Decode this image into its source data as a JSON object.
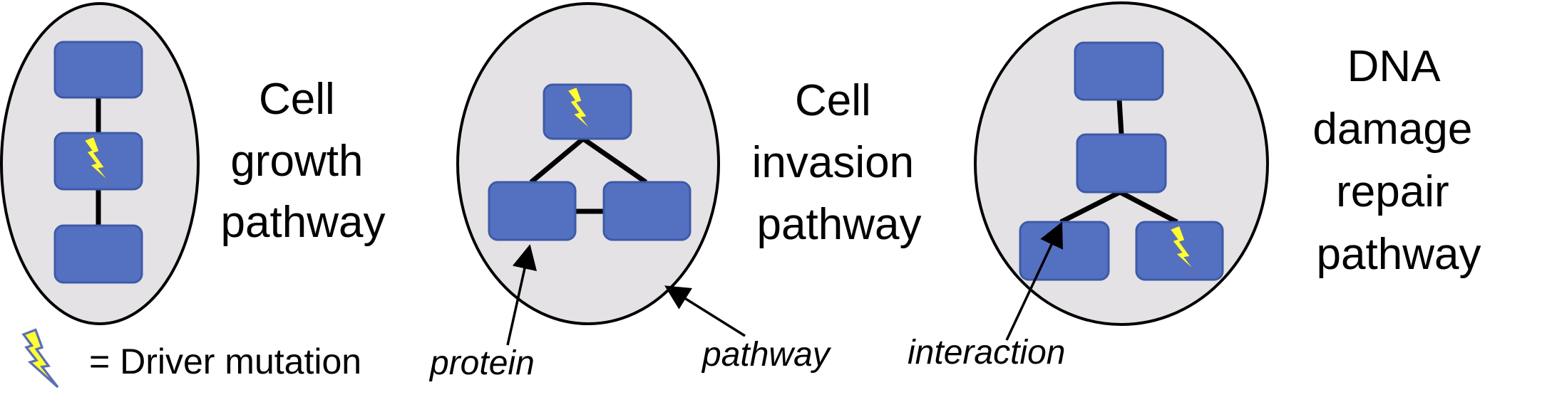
{
  "pathways": [
    {
      "label_lines": [
        "Cell",
        "growth",
        "pathway"
      ]
    },
    {
      "label_lines": [
        "Cell",
        "invasion",
        "pathway"
      ]
    },
    {
      "label_lines": [
        "DNA",
        "damage",
        "repair",
        "pathway"
      ]
    }
  ],
  "annotations": {
    "protein": "protein",
    "pathway": "pathway",
    "interaction": "interaction"
  },
  "legend": {
    "text": "= Driver mutation",
    "icon": "lightning-bolt-icon"
  },
  "colors": {
    "ellipse_fill": "#e4e2e4",
    "protein_fill": "#5470c1",
    "protein_stroke": "#3e5aa8",
    "bolt_fill": "#ffff33",
    "bolt_stroke": "#5b6fb5"
  }
}
